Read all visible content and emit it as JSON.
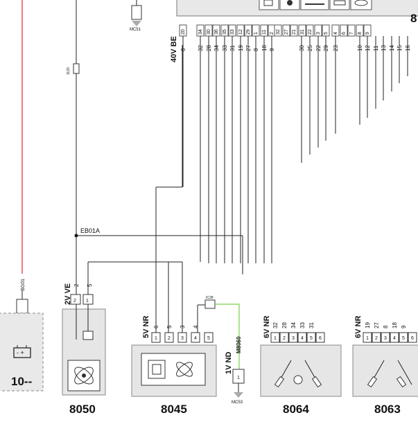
{
  "ecu": {
    "label": "8",
    "supply_connector": "40V BE",
    "header_pins": [
      "20",
      "34",
      "30",
      "36",
      "35",
      "33",
      "12",
      "29",
      "1",
      "11",
      "2",
      "32",
      "27",
      "21",
      "31",
      "22",
      "3",
      "5",
      "4",
      "6",
      "7",
      "8",
      "9"
    ],
    "wire_labels": [
      "6",
      "32",
      "28",
      "34",
      "33",
      "31",
      "19",
      "27",
      "8",
      "18",
      "9",
      "30",
      "25",
      "22",
      "29",
      "23",
      "10",
      "12",
      "11",
      "13",
      "14",
      "15",
      "16"
    ]
  },
  "mc51": "MC51",
  "mc53": "MC53",
  "fuse_label": "1120",
  "bg01": "BG01",
  "eb01a": "EB01A",
  "ic_label": "IC28",
  "components": {
    "c10": {
      "name": "10--"
    },
    "c8050": {
      "name": "8050",
      "connector": "2V VE",
      "pins": [
        "2",
        "1"
      ],
      "wires": [
        "2",
        "5"
      ]
    },
    "c8045": {
      "name": "8045",
      "connector": "5V NR",
      "pins": [
        "1",
        "2",
        "3",
        "4",
        "5"
      ],
      "wires": [
        "6",
        "5",
        "3",
        "4"
      ]
    },
    "c8060": {
      "connector": "1V ND",
      "ref": "M8060",
      "pins": [
        "1"
      ]
    },
    "c8064": {
      "name": "8064",
      "connector": "6V NR",
      "pins": [
        "1",
        "2",
        "3",
        "4",
        "5",
        "6"
      ],
      "wires": [
        "32",
        "28",
        "34",
        "33",
        "31"
      ]
    },
    "c8063": {
      "name": "8063",
      "connector": "6V NR",
      "pins": [
        "1",
        "2",
        "3",
        "4",
        "5",
        "6"
      ],
      "wires": [
        "19",
        "27",
        "8",
        "18",
        "9"
      ]
    }
  },
  "colors": {
    "red": "#e8323c",
    "green": "#7ad04a",
    "box": "#e6e6e6"
  }
}
